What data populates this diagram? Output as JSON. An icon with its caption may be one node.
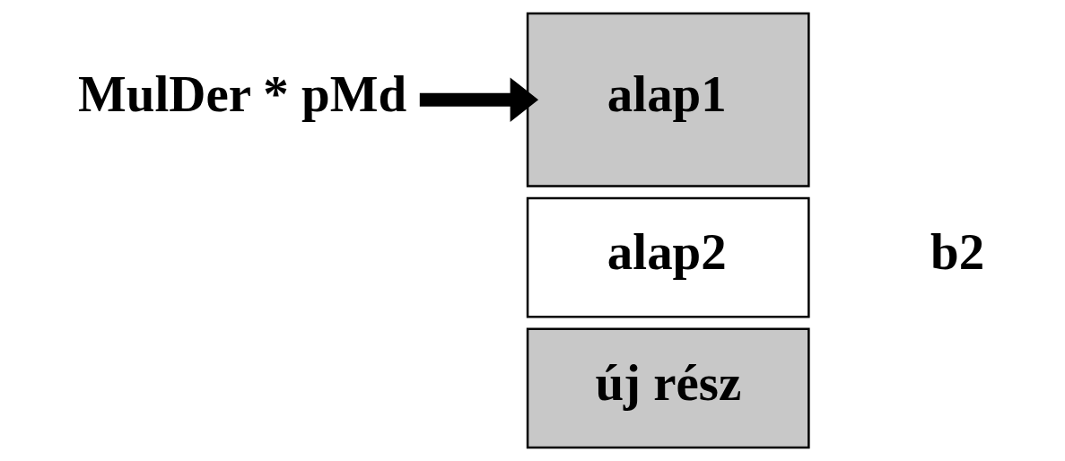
{
  "diagram": {
    "nodes": [
      {
        "text": [
          "MulDer * pMd"
        ]
      },
      {
        "text": [
          "alap1"
        ]
      },
      {
        "text": [
          "alap2"
        ],
        "beside": [
          "b2"
        ]
      },
      {
        "text": [
          "új rész"
        ]
      }
    ],
    "edges": [
      {
        "from": 0,
        "to": 1,
        "arrow": "to"
      }
    ]
  }
}
